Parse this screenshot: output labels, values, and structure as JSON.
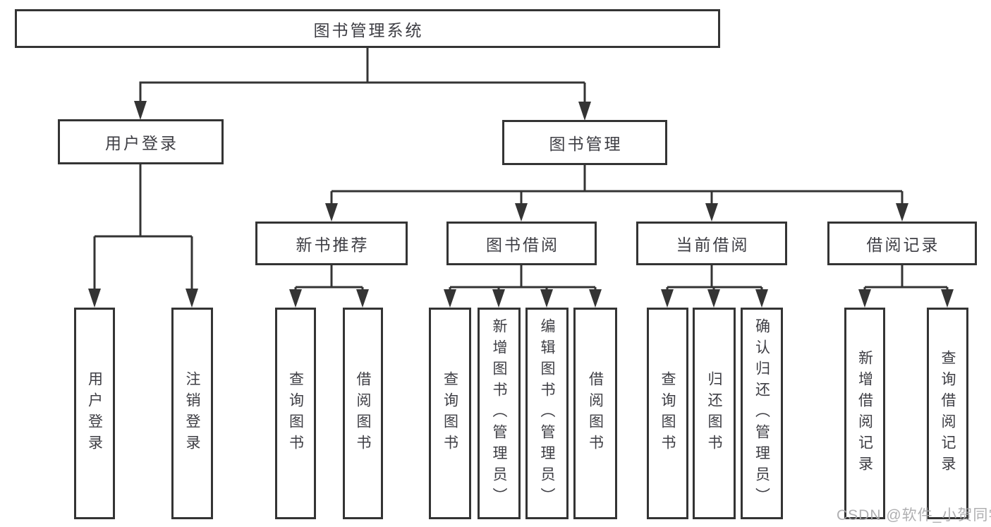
{
  "tree": {
    "root": {
      "label": "图书管理系统"
    },
    "branches": [
      {
        "label": "用户登录",
        "children": [
          {
            "label": "用户登录"
          },
          {
            "label": "注销登录"
          }
        ]
      },
      {
        "label": "图书管理",
        "children": [
          {
            "label": "新书推荐",
            "children": [
              {
                "label": "查询图书"
              },
              {
                "label": "借阅图书"
              }
            ]
          },
          {
            "label": "图书借阅",
            "children": [
              {
                "label": "查询图书"
              },
              {
                "label": "新增图书（管理员）"
              },
              {
                "label": "编辑图书（管理员）"
              },
              {
                "label": "借阅图书"
              }
            ]
          },
          {
            "label": "当前借阅",
            "children": [
              {
                "label": "查询图书"
              },
              {
                "label": "归还图书"
              },
              {
                "label": "确认归还（管理员）"
              }
            ]
          },
          {
            "label": "借阅记录",
            "children": [
              {
                "label": "新增借阅记录"
              },
              {
                "label": "查询借阅记录"
              }
            ]
          }
        ]
      }
    ]
  },
  "watermark": "CSDN @软件_小贺同学",
  "colors": {
    "line": "#343434",
    "text": "#3e3e44",
    "background": "#ffffff",
    "watermark": "#a8a8aa"
  }
}
